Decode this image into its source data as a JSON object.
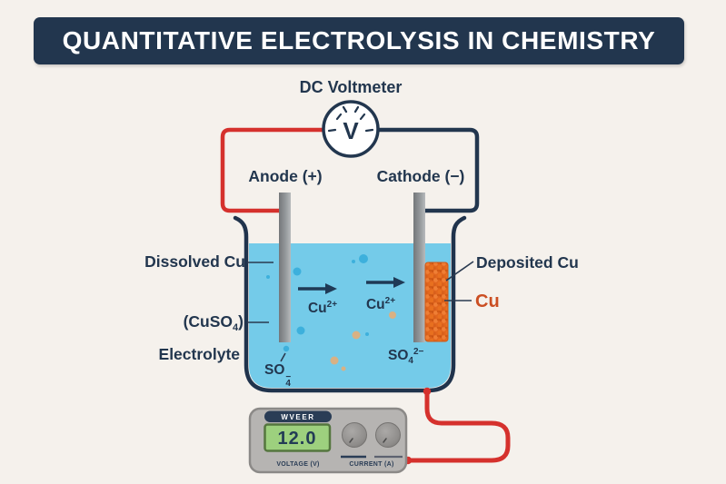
{
  "title": "QUANTITATIVE ELECTROLYSIS IN CHEMISTRY",
  "voltmeter": {
    "label": "DC Voltmeter",
    "symbol": "V"
  },
  "electrodes": {
    "anode": "Anode (+)",
    "cathode": "Cathode (−)"
  },
  "beaker": {
    "dissolved_cu": "Dissolved Cu",
    "cuso4_pre": "(CuSO",
    "cuso4_sub": "4",
    "cuso4_post": ")",
    "electrolyte": "Electrolyte",
    "deposited_cu": "Deposited Cu",
    "cu": "Cu",
    "cu_ion_base": "Cu",
    "cu_ion_sup": "2+",
    "so4_base": "SO",
    "so4_sub": "4",
    "so4_left_sup": "−",
    "so4_right_sup": "2−"
  },
  "power_supply": {
    "brand": "WVEER",
    "display_value": "12.0",
    "voltage_label": "VOLTAGE (V)",
    "current_label": "CURRENT (A)"
  },
  "colors": {
    "background": "#f5f1ec",
    "navy": "#22364e",
    "red": "#d5312d",
    "liquid_blue": "#74cbe9",
    "bubble_blue": "#3db0dc",
    "ion_tan": "#d8b184",
    "copper_orange": "#e2661e",
    "cu_label_orange": "#cb4e22",
    "electrode_gray": "#94989b",
    "display_green": "#9dd07e"
  }
}
